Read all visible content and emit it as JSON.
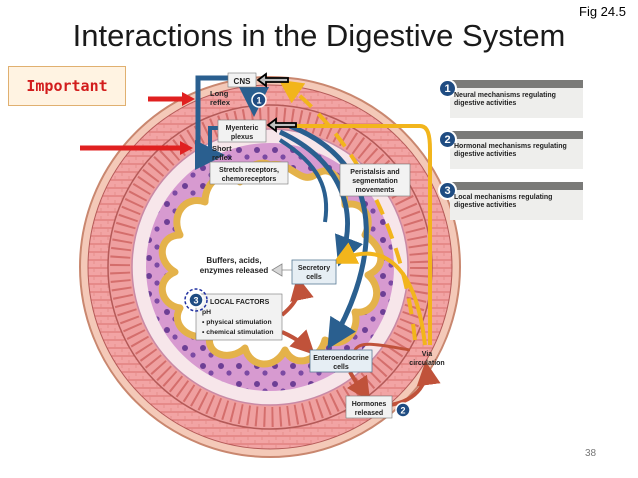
{
  "slide": {
    "title": "Interactions in the Digestive System",
    "fig_ref": "Fig 24.5",
    "page_number": "38",
    "important_label": "Important"
  },
  "diagram": {
    "cns": "CNS",
    "long_reflex": [
      "Long",
      "reflex"
    ],
    "myenteric_plexus": [
      "Myenteric",
      "plexus"
    ],
    "short_reflex": [
      "Short",
      "reflex"
    ],
    "stretch_receptors": [
      "Stretch receptors,",
      "chemoreceptors"
    ],
    "peristalsis": [
      "Peristalsis and",
      "segmentation",
      "movements"
    ],
    "buffers": [
      "Buffers, acids,",
      "enzymes released"
    ],
    "secretory_cells": [
      "Secretory",
      "cells"
    ],
    "local_factors_title": "LOCAL FACTORS",
    "local_factors": [
      "pH",
      "• physical stimulation",
      "• chemical stimulation"
    ],
    "enteroendocrine": [
      "Enteroendocrine",
      "cells"
    ],
    "via_circulation": [
      "Via",
      "circulation"
    ],
    "hormones_released": [
      "Hormones",
      "released"
    ],
    "badge_1": "1",
    "badge_2": "2",
    "badge_3": "3"
  },
  "mechanisms": [
    {
      "num": "1",
      "text": "Neural mechanisms regulating digestive activities"
    },
    {
      "num": "2",
      "text": "Hormonal mechanisms regulating digestive activities"
    },
    {
      "num": "3",
      "text": "Local mechanisms regulating digestive activities"
    }
  ],
  "colors": {
    "neural_arrow": "#2a5f8f",
    "circulation_arrow": "#f2b51c",
    "hormone_arrow": "#c0523a",
    "pointer_arrow": "#e02020",
    "badge": "#1f4c82"
  }
}
